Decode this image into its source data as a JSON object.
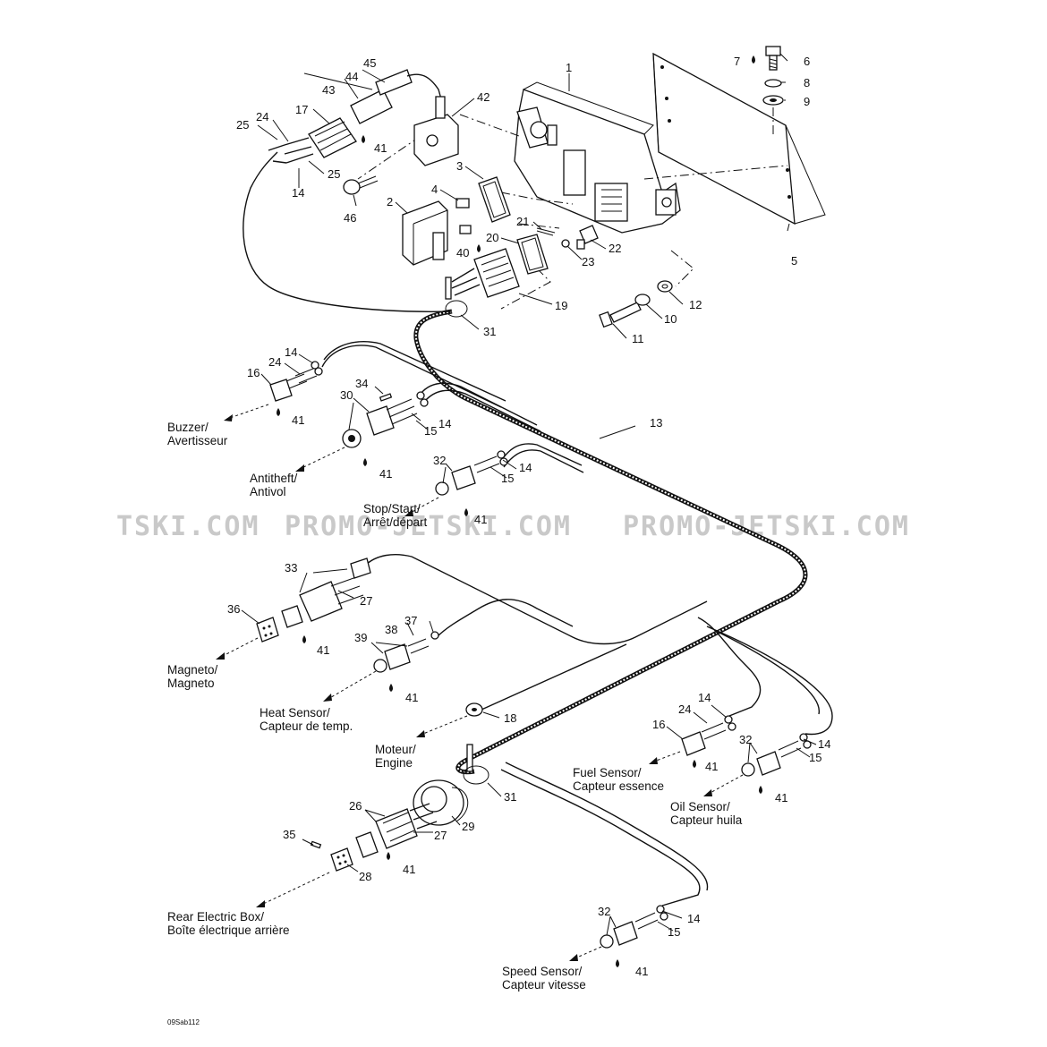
{
  "watermark": "PROMO-JETSKI.COM",
  "watermark_left": "ТSKI.COM",
  "figure_code": "09Sab112",
  "callouts": {
    "c1": "1",
    "c2": "2",
    "c3": "3",
    "c4": "4",
    "c5": "5",
    "c6": "6",
    "c7": "7",
    "c8": "8",
    "c9": "9",
    "c10": "10",
    "c11": "11",
    "c12": "12",
    "c13": "13",
    "c14": "14",
    "c15": "15",
    "c16": "16",
    "c17": "17",
    "c18": "18",
    "c19": "19",
    "c20": "20",
    "c21": "21",
    "c22": "22",
    "c23": "23",
    "c24": "24",
    "c25": "25",
    "c26": "26",
    "c27": "27",
    "c28": "28",
    "c29": "29",
    "c30": "30",
    "c31": "31",
    "c32": "32",
    "c33": "33",
    "c34": "34",
    "c35": "35",
    "c36": "36",
    "c37": "37",
    "c38": "38",
    "c39": "39",
    "c40": "40",
    "c41": "41",
    "c42": "42",
    "c43": "43",
    "c44": "44",
    "c45": "45",
    "c46": "46"
  },
  "labels": {
    "buzzer_en": "Buzzer/",
    "buzzer_fr": "Avertisseur",
    "antitheft_en": "Antitheft/",
    "antitheft_fr": "Antivol",
    "stopstart_en": "Stop/Start/",
    "stopstart_fr": "Arrêt/départ",
    "magneto_en": "Magneto/",
    "magneto_fr": "Magneto",
    "heat_en": "Heat Sensor/",
    "heat_fr": "Capteur de temp.",
    "engine_en": "Moteur/",
    "engine_fr": "Engine",
    "fuel_en": "Fuel Sensor/",
    "fuel_fr": "Capteur essence",
    "oil_en": "Oil Sensor/",
    "oil_fr": "Capteur huila",
    "rear_en": "Rear Electric Box/",
    "rear_fr": "Boîte électrique arrière",
    "speed_en": "Speed Sensor/",
    "speed_fr": "Capteur vitesse"
  }
}
